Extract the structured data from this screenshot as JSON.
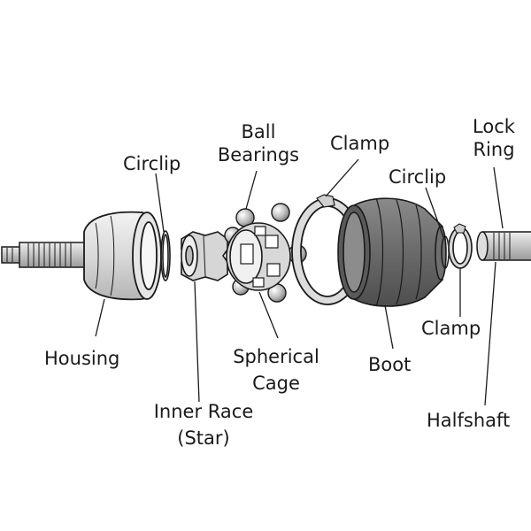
{
  "labels": {
    "housing": "Housing",
    "circlip_left": "Circlip",
    "inner_race_1": "Inner Race",
    "inner_race_2": "(Star)",
    "ball_bearings_1": "Ball",
    "ball_bearings_2": "Bearings",
    "spherical_cage_1": "Spherical",
    "spherical_cage_2": "Cage",
    "clamp_top": "Clamp",
    "boot": "Boot",
    "circlip_right": "Circlip",
    "lock_ring_1": "Lock",
    "lock_ring_2": "Ring",
    "clamp_right": "Clamp",
    "halfshaft": "Halfshaft"
  },
  "colors": {
    "line": "#1a1a1a",
    "metal_light": "#e8e8e8",
    "metal_mid": "#c8c8c8",
    "metal_dark": "#9a9a9a",
    "boot": "#7a7a7a",
    "boot_dark": "#4a4a4a"
  }
}
